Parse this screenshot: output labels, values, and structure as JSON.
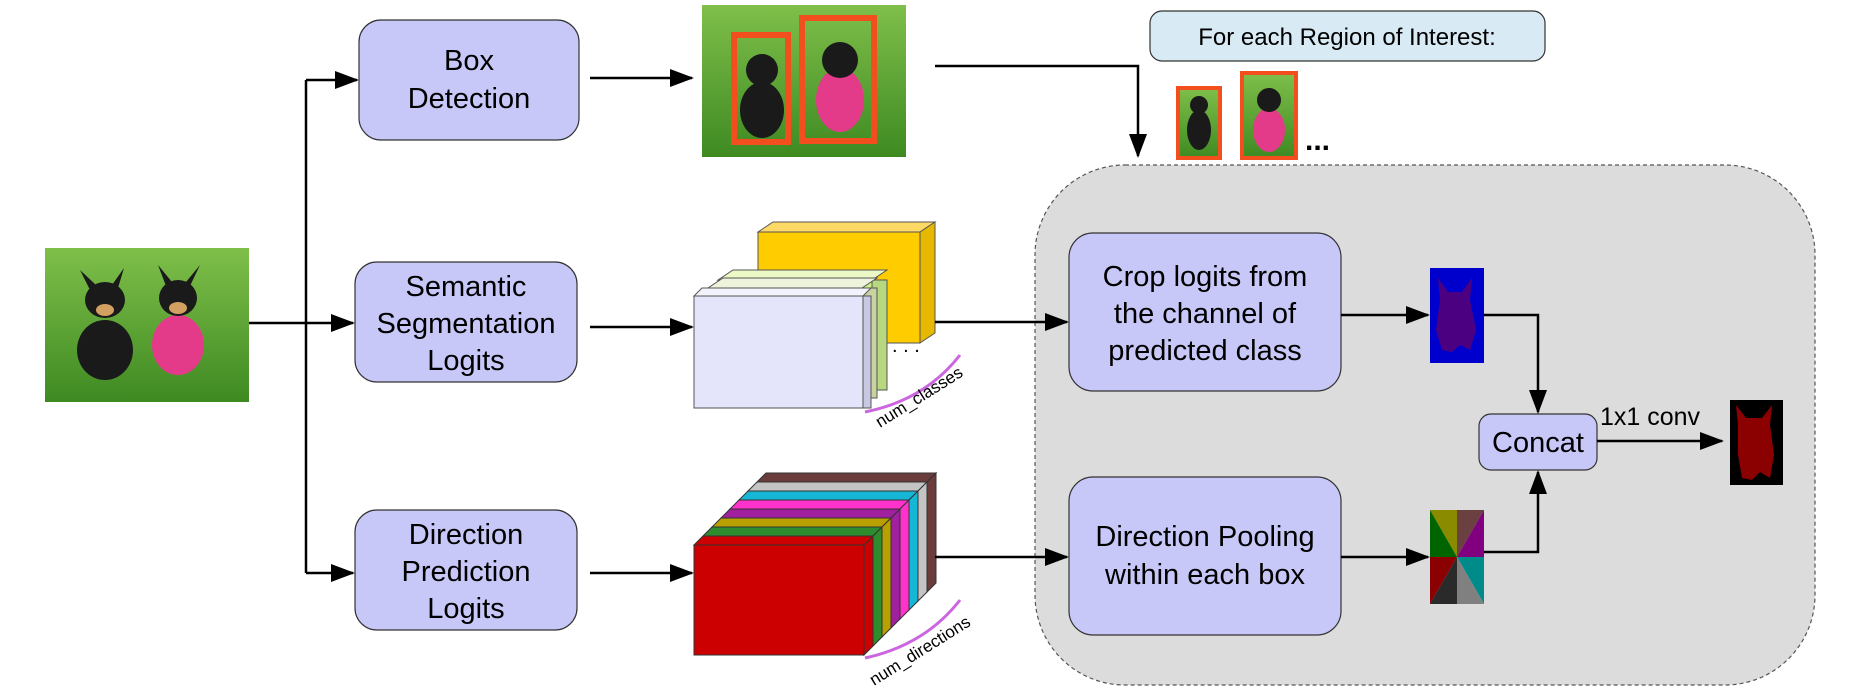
{
  "boxes": {
    "box_detection": [
      "Box",
      "Detection"
    ],
    "semantic_segmentation": [
      "Semantic",
      "Segmentation",
      "Logits"
    ],
    "direction_prediction": [
      "Direction",
      "Prediction",
      "Logits"
    ],
    "crop_logits": [
      "Crop logits from",
      "the channel of",
      "predicted class"
    ],
    "direction_pooling": [
      "Direction Pooling",
      "within each box"
    ],
    "concat": "Concat"
  },
  "labels": {
    "roi_header": "For each Region of Interest:",
    "ellipsis": "...",
    "num_classes": "num_classes",
    "num_directions": "num_directions",
    "conv": "1x1 conv"
  },
  "colors": {
    "box_fill": "#c8c8f8",
    "roi_header_fill": "#d8eaf4",
    "panel_fill": "#dcdcdc",
    "detection_box": "#f24e1e",
    "curve": "#cc66e0",
    "seg_front": "#e4e4fb",
    "seg_back": "#ffcc00",
    "direction_front": "#cc0000",
    "mask_fill": "#8b0000",
    "crop_mask_bg": "#0000cc",
    "crop_mask_fg": "#4b0082"
  },
  "seg_channel_colors": [
    "#ffcc00",
    "#ccf28a",
    "#dde8b8",
    "#e4e4fb"
  ],
  "direction_channel_colors": [
    "#6b3c3c",
    "#c4c4c4",
    "#16b6d6",
    "#ff33cc",
    "#a020a0",
    "#b8a000",
    "#2e8b2e",
    "#cc0000"
  ],
  "pie_colors": [
    "#8b8b00",
    "#6b4040",
    "#800080",
    "#008b8b",
    "#808080",
    "#2a2a2a",
    "#8b0000",
    "#006400"
  ]
}
